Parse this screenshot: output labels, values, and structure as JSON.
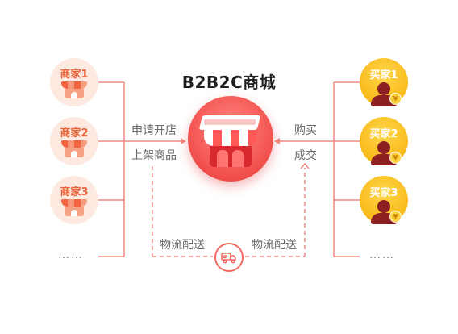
{
  "title": "B2B2C商城",
  "merchants": [
    {
      "label": "商家1"
    },
    {
      "label": "商家2"
    },
    {
      "label": "商家3"
    }
  ],
  "buyers": [
    {
      "label": "买家1"
    },
    {
      "label": "买家2"
    },
    {
      "label": "买家3"
    }
  ],
  "ellipsis": "……",
  "left_flow": {
    "line1": "申请开店",
    "line2": "上架商品"
  },
  "right_flow": {
    "line1": "购买",
    "line2": "成交"
  },
  "logistics": {
    "left_label": "物流配送",
    "right_label": "物流配送"
  },
  "coin_symbol": "¥",
  "colors": {
    "line": "#f08a80",
    "merchant_bg": "#fde9df",
    "merchant_text": "#e8643a",
    "buyer_gold": "#f8b818",
    "hub_red": "#f2524f"
  }
}
